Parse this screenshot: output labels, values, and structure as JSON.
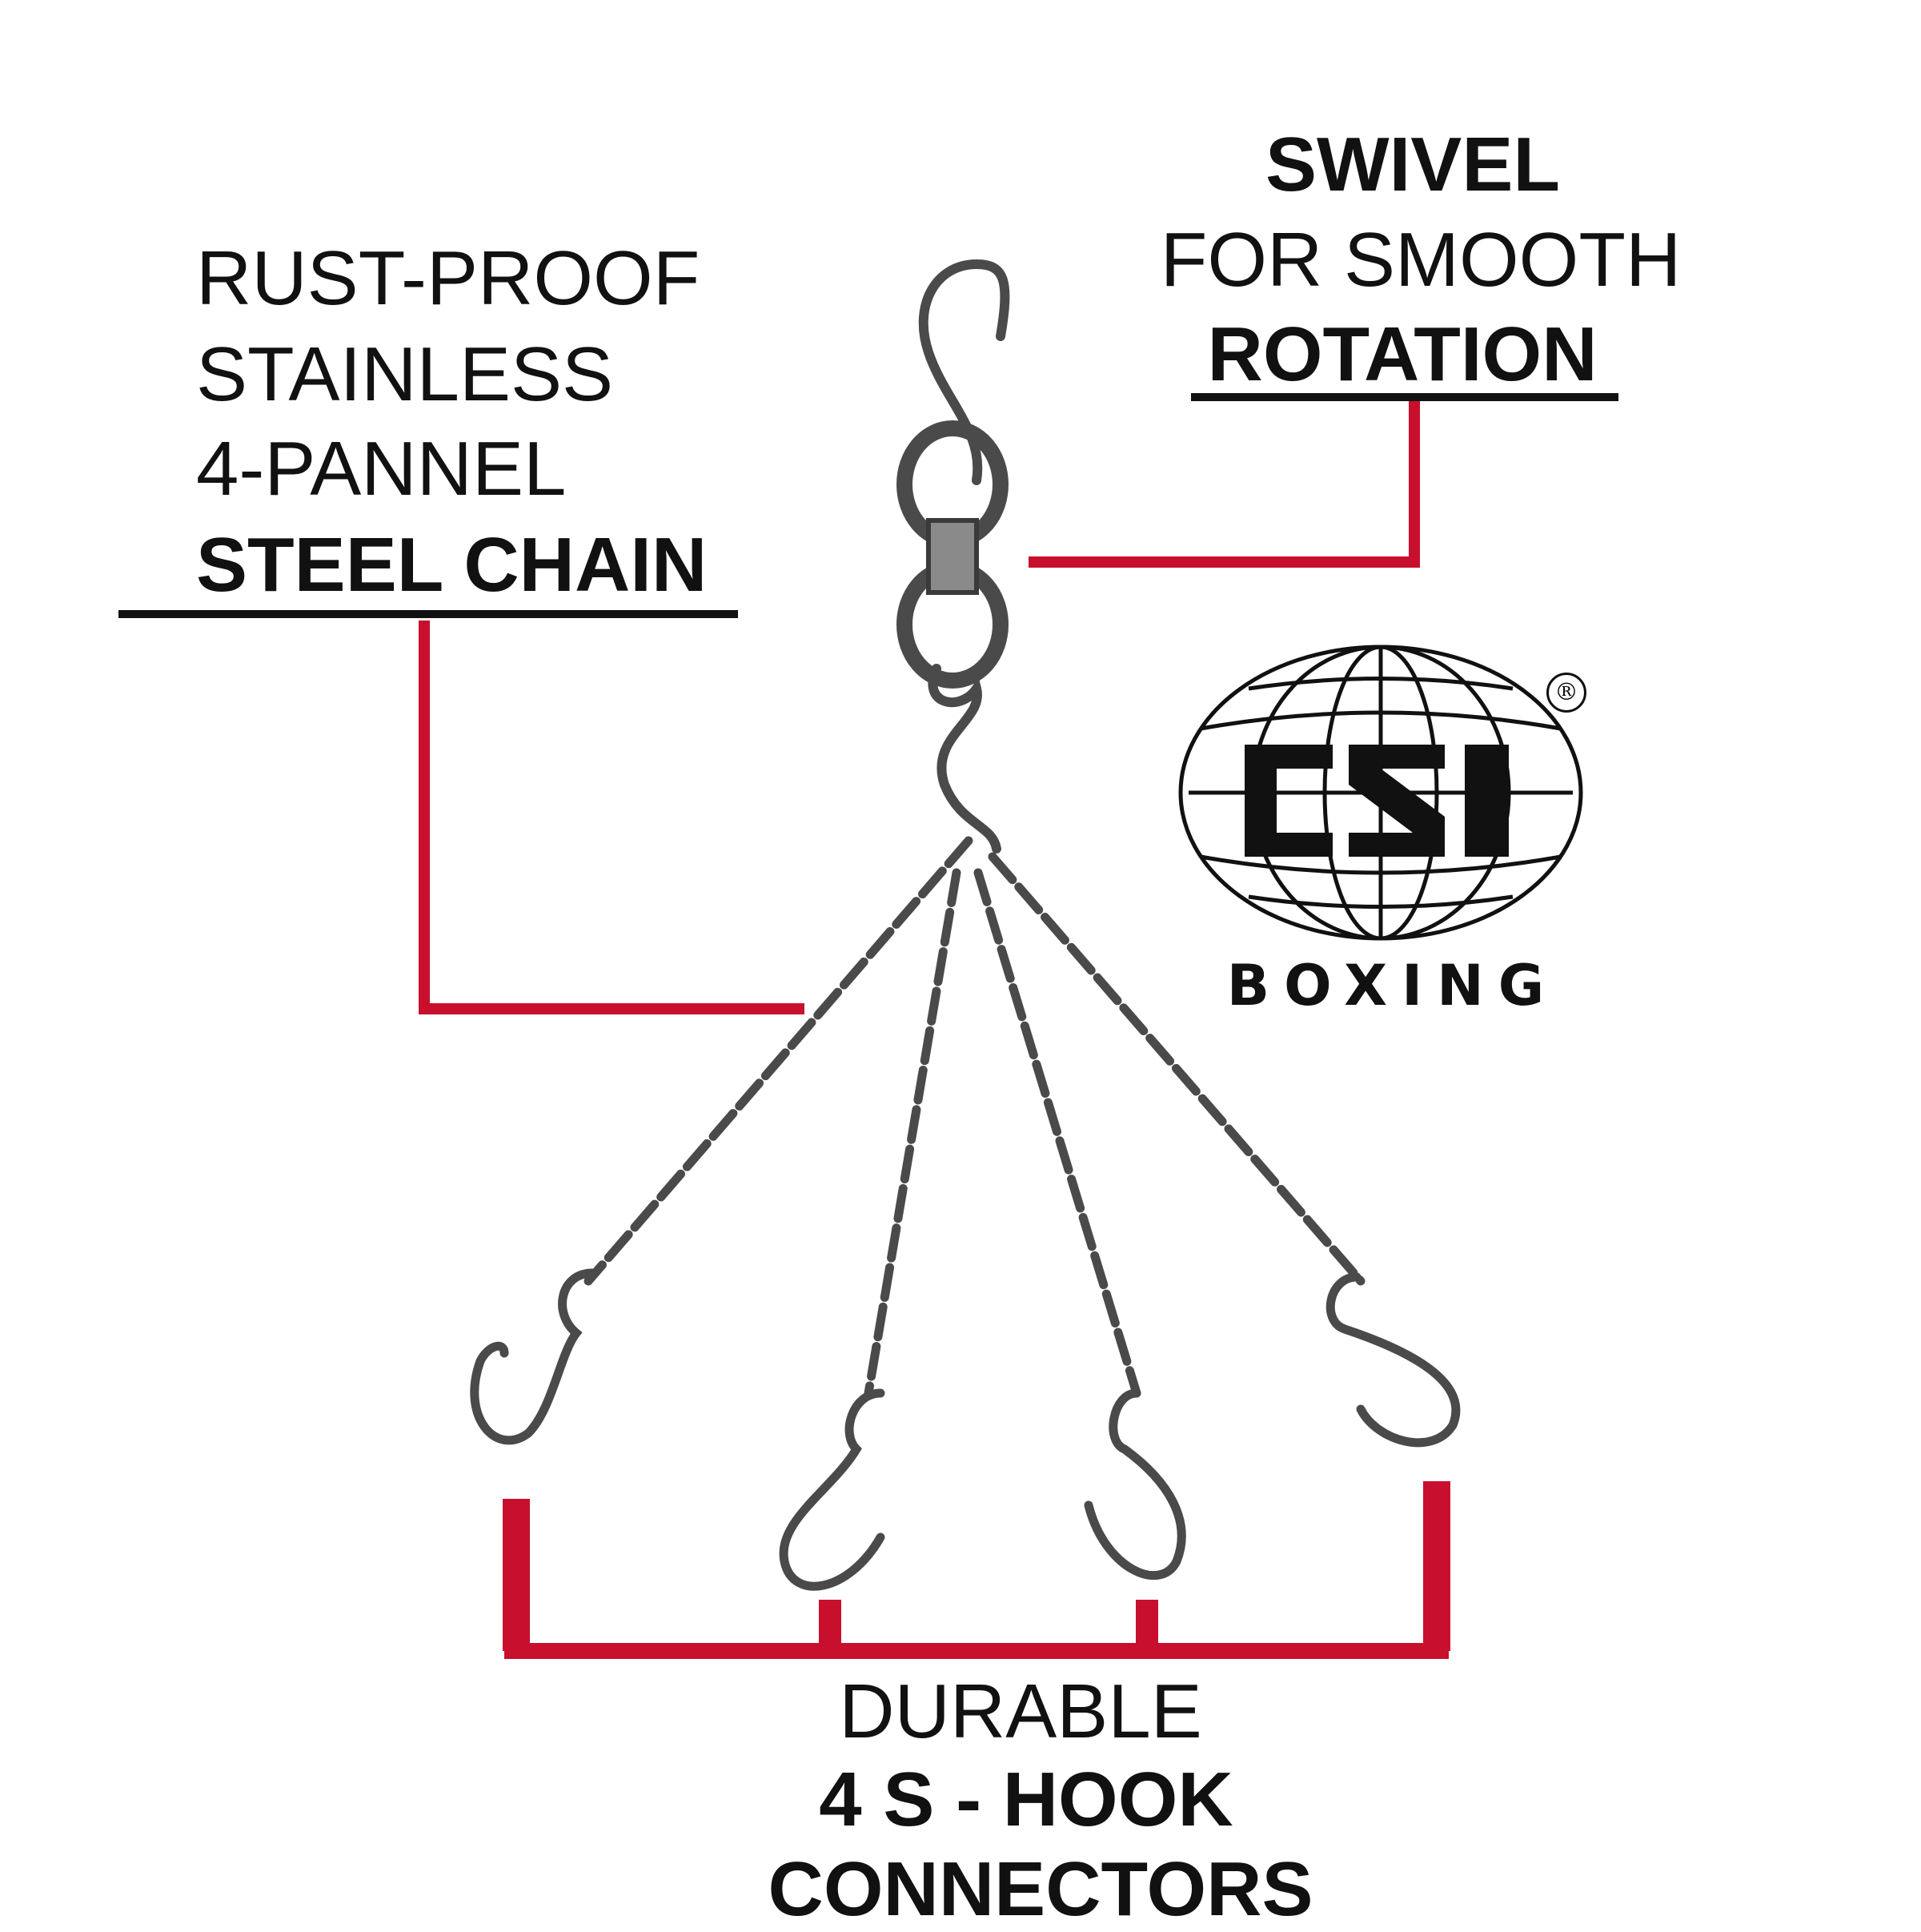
{
  "callouts": {
    "chain": {
      "line1": "RUST-PROOF",
      "line2": "STAINLESS",
      "line3": "4-PANNEL",
      "line4": "STEEL CHAIN"
    },
    "swivel": {
      "line1": "SWIVEL",
      "line2": "FOR SMOOTH",
      "line3": "ROTATION"
    },
    "hooks": {
      "line1": "DURABLE",
      "line2": "4 S - HOOK",
      "line3": "CONNECTORS"
    }
  },
  "logo": {
    "mark": "CSI",
    "word": "BOXING",
    "registered": "®"
  },
  "colors": {
    "leader": "#c8102e",
    "metal": "#4a4a4a",
    "text": "#111111"
  }
}
